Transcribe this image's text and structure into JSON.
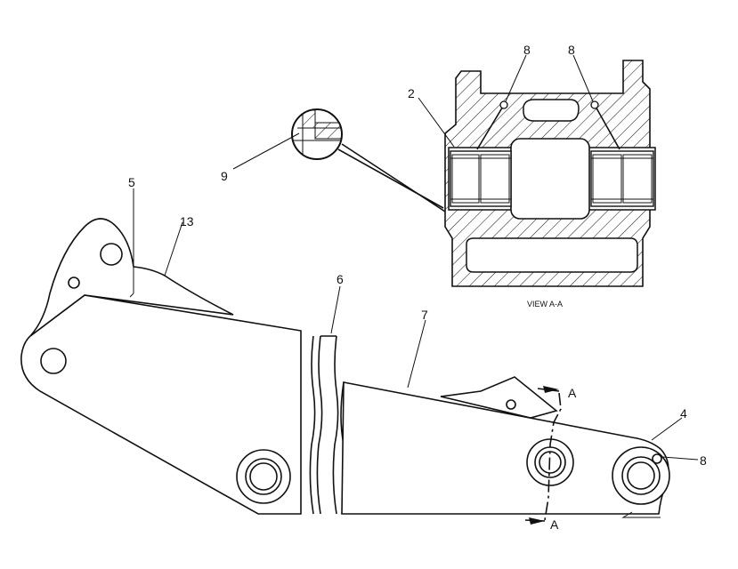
{
  "callouts": {
    "c1": "8",
    "c2": "8",
    "c3": "2",
    "c4": "9",
    "c5": "5",
    "c6": "13",
    "c7": "6",
    "c8": "7",
    "c9": "4",
    "c10": "8"
  },
  "section_marks": {
    "top": "A",
    "bottom": "A"
  },
  "view_caption": "VIEW  A-A"
}
